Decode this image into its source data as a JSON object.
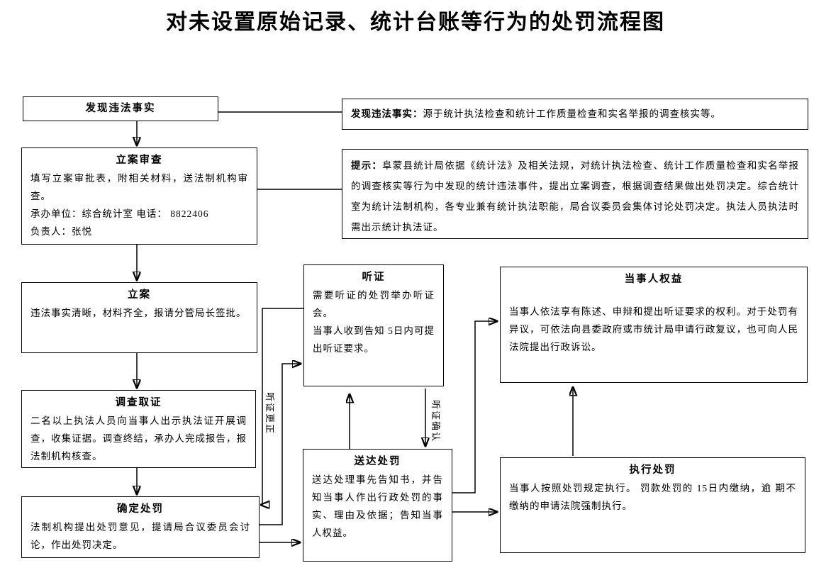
{
  "title": "对未设置原始记录、统计台账等行为的处罚流程图",
  "flow": {
    "discover": {
      "title": "发现违法事实"
    },
    "review": {
      "title": "立案审查",
      "body": [
        "填写立案审批表，附相关材料，送法制机构审查。",
        "承办单位：综合统计室  电话： 8822406",
        "负责人：张悦"
      ]
    },
    "file": {
      "title": "立案",
      "body": [
        "违法事实清晰，材料齐全，报请分管局长签批。"
      ]
    },
    "investigate": {
      "title": "调查取证",
      "body": [
        "二名以上执法人员向当事人出示执法证开展调查，收集证据。调查终结，承办人完成报告，报法制机构核查。"
      ]
    },
    "decide": {
      "title": "确定处罚",
      "body": [
        "法制机构提出处罚意见，提请局合议委员会讨论，作出处罚决定。"
      ]
    },
    "hearing": {
      "title": "听证",
      "body": [
        "需要听证的处罚举办听证会。",
        "当事人收到告知 5日内可提出听证要求。"
      ]
    },
    "deliver": {
      "title": "送达处罚",
      "body": [
        "送达处理事先告知书，并告知当事人作出行政处罚的事实、理由及依据；告知当事人权益。"
      ]
    },
    "rights": {
      "title": "当事人权益",
      "body": [
        "当事人依法享有陈述、申辩和提出听证要求的权利。对于处罚有异议，可依法向县委政府或市统计局申请行政复议，也可向人民法院提出行政诉讼。"
      ]
    },
    "execute": {
      "title": "执行处罚",
      "body": [
        "当事人按照处罚规定执行。  罚款处罚的 15日内缴纳，逾 期不缴纳的申请法院强制执行。"
      ]
    }
  },
  "notes": {
    "discover_note": {
      "label": "发现违法事实：",
      "text": "源于统计执法检查和统计工作质量检查和实名举报的调查核实等。"
    },
    "tip": {
      "label": "提示：",
      "text": "阜蒙县统计局依据《统计法》及相关法规，对统计执法检查、统计工作质量检查和实名举报的调查核实等行为中发现的统计违法事件，提出立案调查，根据调查结果做出处罚决定。综合统计室为统计法制机构，各专业兼有统计执法职能，局合议委员会集体讨论处罚决定。执法人员执法时需出示统计执法证。"
    }
  },
  "edge_labels": {
    "hearing_correction": "听证更正",
    "hearing_confirm": "听证确认"
  },
  "colors": {
    "line": "#000000",
    "background": "#ffffff",
    "text": "#000000"
  }
}
